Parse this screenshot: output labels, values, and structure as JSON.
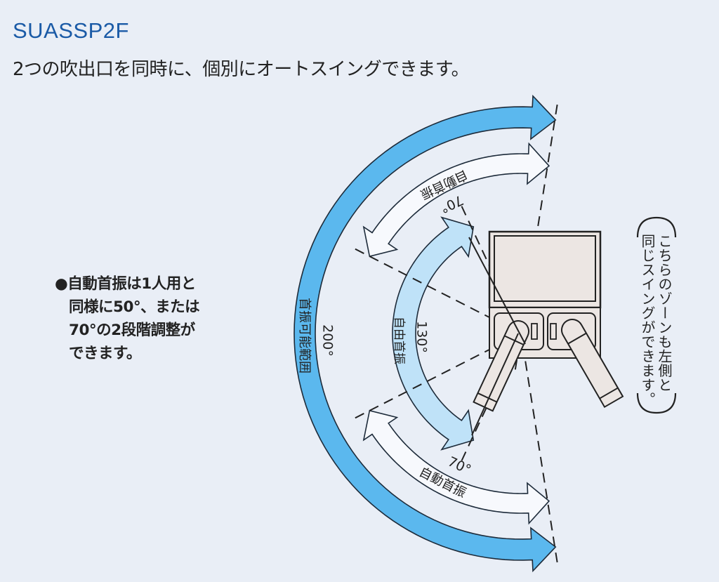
{
  "header": {
    "title": "SUASSP2F",
    "subtitle": "2つの吹出口を同時に、個別にオートスイングできます。"
  },
  "note": {
    "bullet": "●",
    "lines": [
      "自動首振は1人用と",
      "同様に50°、または",
      "70°の2段階調整が",
      "できます。"
    ]
  },
  "side_note": {
    "lines": [
      "こちらのゾーンも左側と",
      "同じスイングができます。"
    ]
  },
  "diagram": {
    "outer_arc": {
      "label": "首振可能範囲",
      "angle_label": "200°",
      "degrees": 200,
      "color": "#5bb8ee"
    },
    "upper_auto_arc": {
      "label": "自動首振",
      "angle_label": "70°",
      "degrees": 70,
      "color": "#f7f9fd"
    },
    "lower_auto_arc": {
      "label": "自動首振",
      "angle_label": "70°",
      "degrees": 70,
      "color": "#f7f9fd"
    },
    "free_arc": {
      "label": "自由首振",
      "angle_label": "130°",
      "degrees": 130,
      "color": "#bfe2f8"
    },
    "unit_color": "#ece6e3"
  }
}
